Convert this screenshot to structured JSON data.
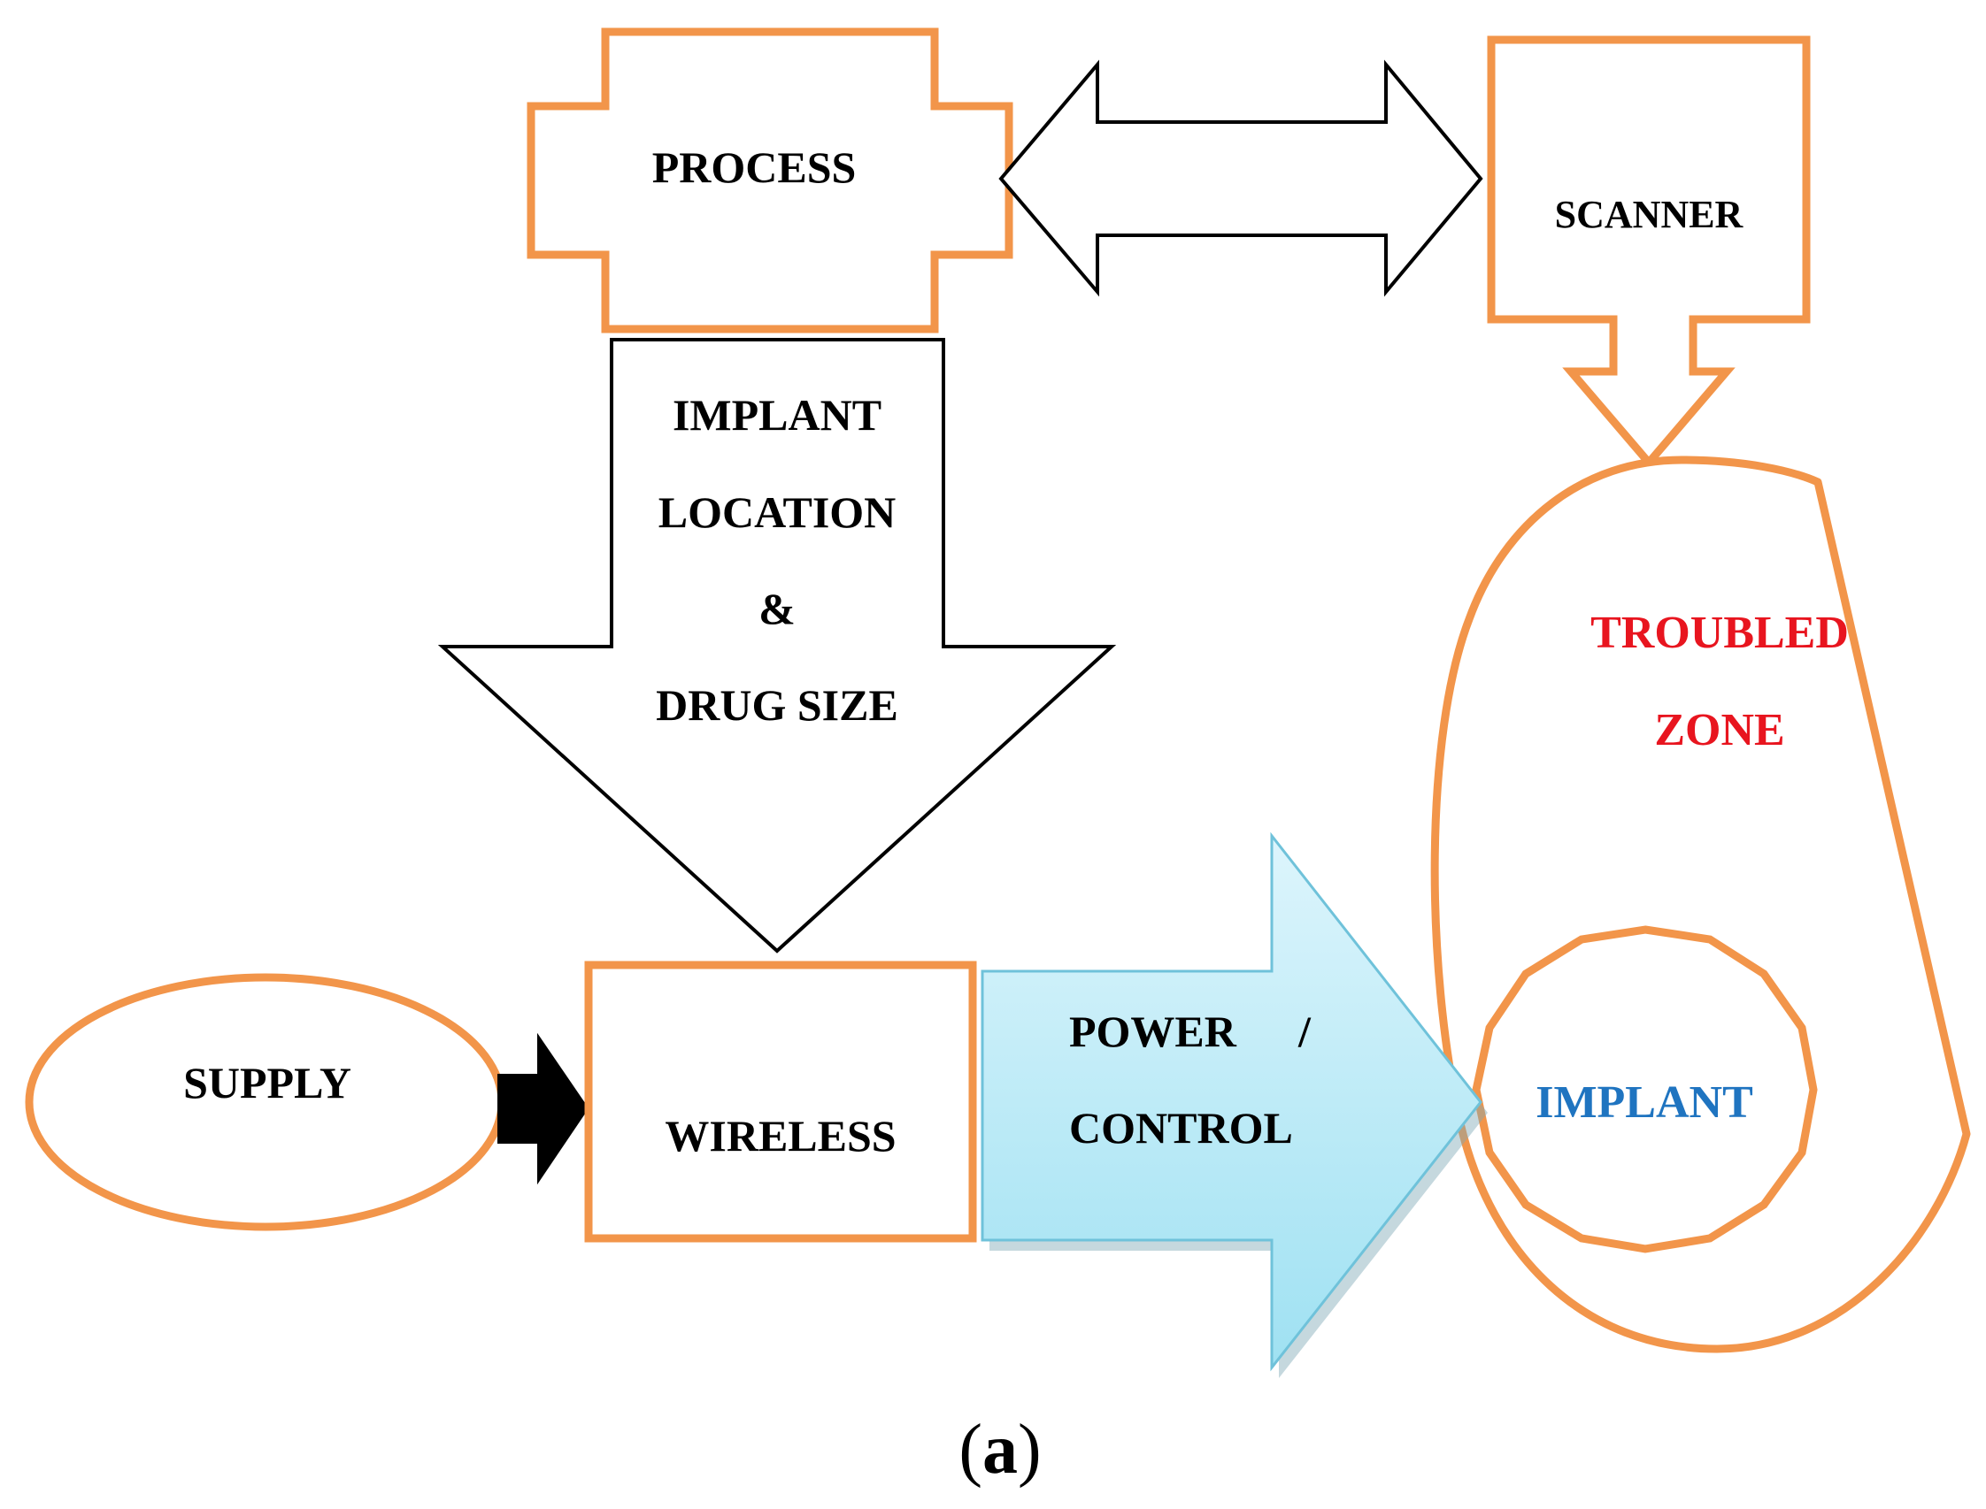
{
  "diagram": {
    "colors": {
      "orange": "#F2954A",
      "black": "#000000",
      "troubled_red": "#E8151F",
      "implant_blue": "#1F74C0",
      "arrow_light": "#DDF5FC",
      "arrow_dark": "#9FE1F2",
      "arrow_edge": "#6FC2DA"
    },
    "process": {
      "label": "PROCESS"
    },
    "scanner": {
      "label": "SCANNER"
    },
    "implant_arrow": {
      "line1": "IMPLANT",
      "line2": "LOCATION",
      "line3": "&",
      "line4": "DRUG SIZE"
    },
    "troubled_zone": {
      "line1": "TROUBLED",
      "line2": "ZONE"
    },
    "implant": {
      "label": "IMPLANT"
    },
    "supply": {
      "label": "SUPPLY"
    },
    "wireless": {
      "label": "WIRELESS"
    },
    "power_control": {
      "line1": "POWER",
      "separator": "/",
      "line2": "CONTROL"
    },
    "caption": {
      "prefix": "(",
      "letter": "a",
      "suffix": ")"
    }
  }
}
